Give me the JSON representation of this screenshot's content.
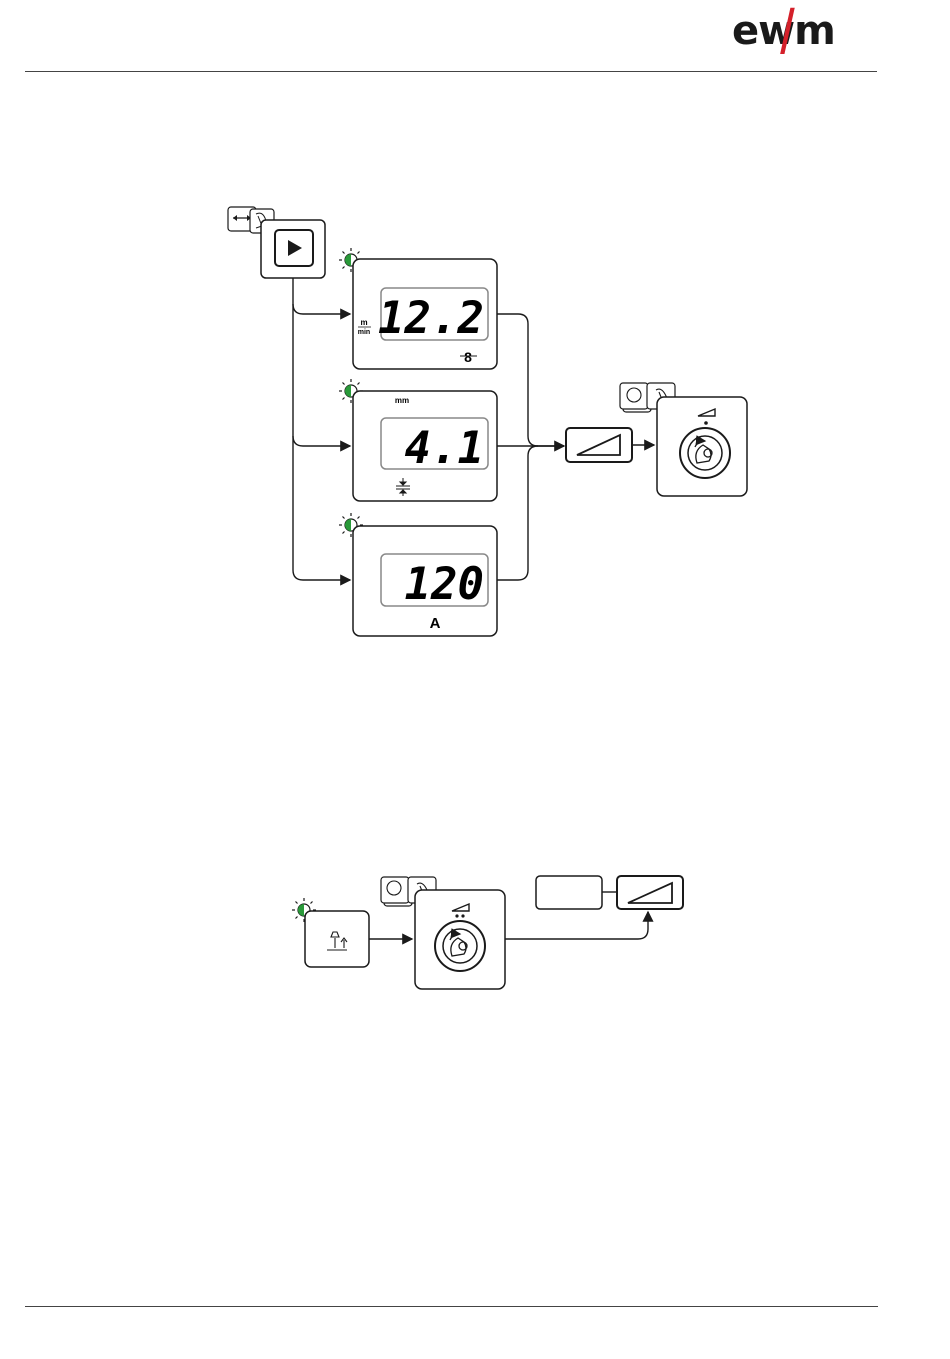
{
  "header": {
    "logo_text": "ewm",
    "logo_color": "#d4202a"
  },
  "diagram_top": {
    "displays": [
      {
        "value": "12.2",
        "unit_label_top": "m",
        "unit_label_bottom": "min",
        "bottom_label": "8"
      },
      {
        "value": "4.1",
        "unit_label_top": "mm",
        "bottom_label": ""
      },
      {
        "value": "120",
        "bottom_label": "A"
      }
    ],
    "indicator_color": "#2a9a3a"
  },
  "diagram_bottom": {
    "blank_box_label": ""
  }
}
